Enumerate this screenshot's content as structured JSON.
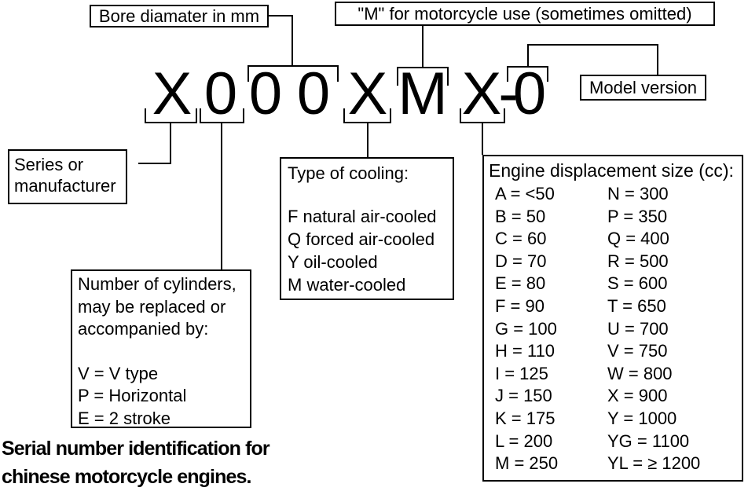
{
  "colors": {
    "ink": "#000000",
    "background": "#ffffff"
  },
  "serial": {
    "text": "X 0 0 0 X M X-0",
    "chars": [
      "X",
      "0",
      "0",
      "0",
      "X",
      "M",
      "X",
      "-",
      "0"
    ]
  },
  "labels": {
    "bore": "Bore diamater in mm",
    "motorcycle_use": "\"M\" for motorcycle use (sometimes omitted)",
    "model_version": "Model version"
  },
  "series_box": {
    "line1": "Series or",
    "line2": "manufacturer"
  },
  "cooling": {
    "title": "Type of cooling:",
    "items": [
      "F natural air-cooled",
      "Q forced air-cooled",
      "Y oil-cooled",
      "M water-cooled"
    ]
  },
  "cylinders": {
    "line1": "Number of cylinders,",
    "line2": "may be replaced or",
    "line3": "accompanied by:",
    "items": [
      "V = V type",
      "P = Horizontal",
      "E = 2 stroke"
    ]
  },
  "engine": {
    "title": "Engine displacement size (cc):",
    "rows": [
      {
        "l": "A = <50",
        "r": "N = 300"
      },
      {
        "l": "B = 50",
        "r": "P = 350"
      },
      {
        "l": "C = 60",
        "r": "Q = 400"
      },
      {
        "l": "D = 70",
        "r": "R = 500"
      },
      {
        "l": "E = 80",
        "r": "S = 600"
      },
      {
        "l": "F = 90",
        "r": "T = 650"
      },
      {
        "l": "G = 100",
        "r": "U = 700"
      },
      {
        "l": "H = 110",
        "r": "V = 750"
      },
      {
        "l": "I = 125",
        "r": "W = 800"
      },
      {
        "l": "J = 150",
        "r": "X = 900"
      },
      {
        "l": "K = 175",
        "r": "Y = 1000"
      },
      {
        "l": "L = 200",
        "r": "YG = 1100"
      },
      {
        "l": "M = 250",
        "r": "YL = ≥ 1200"
      }
    ]
  },
  "footer": {
    "line1": "Serial number identification for",
    "line2": "chinese motorcycle engines."
  }
}
